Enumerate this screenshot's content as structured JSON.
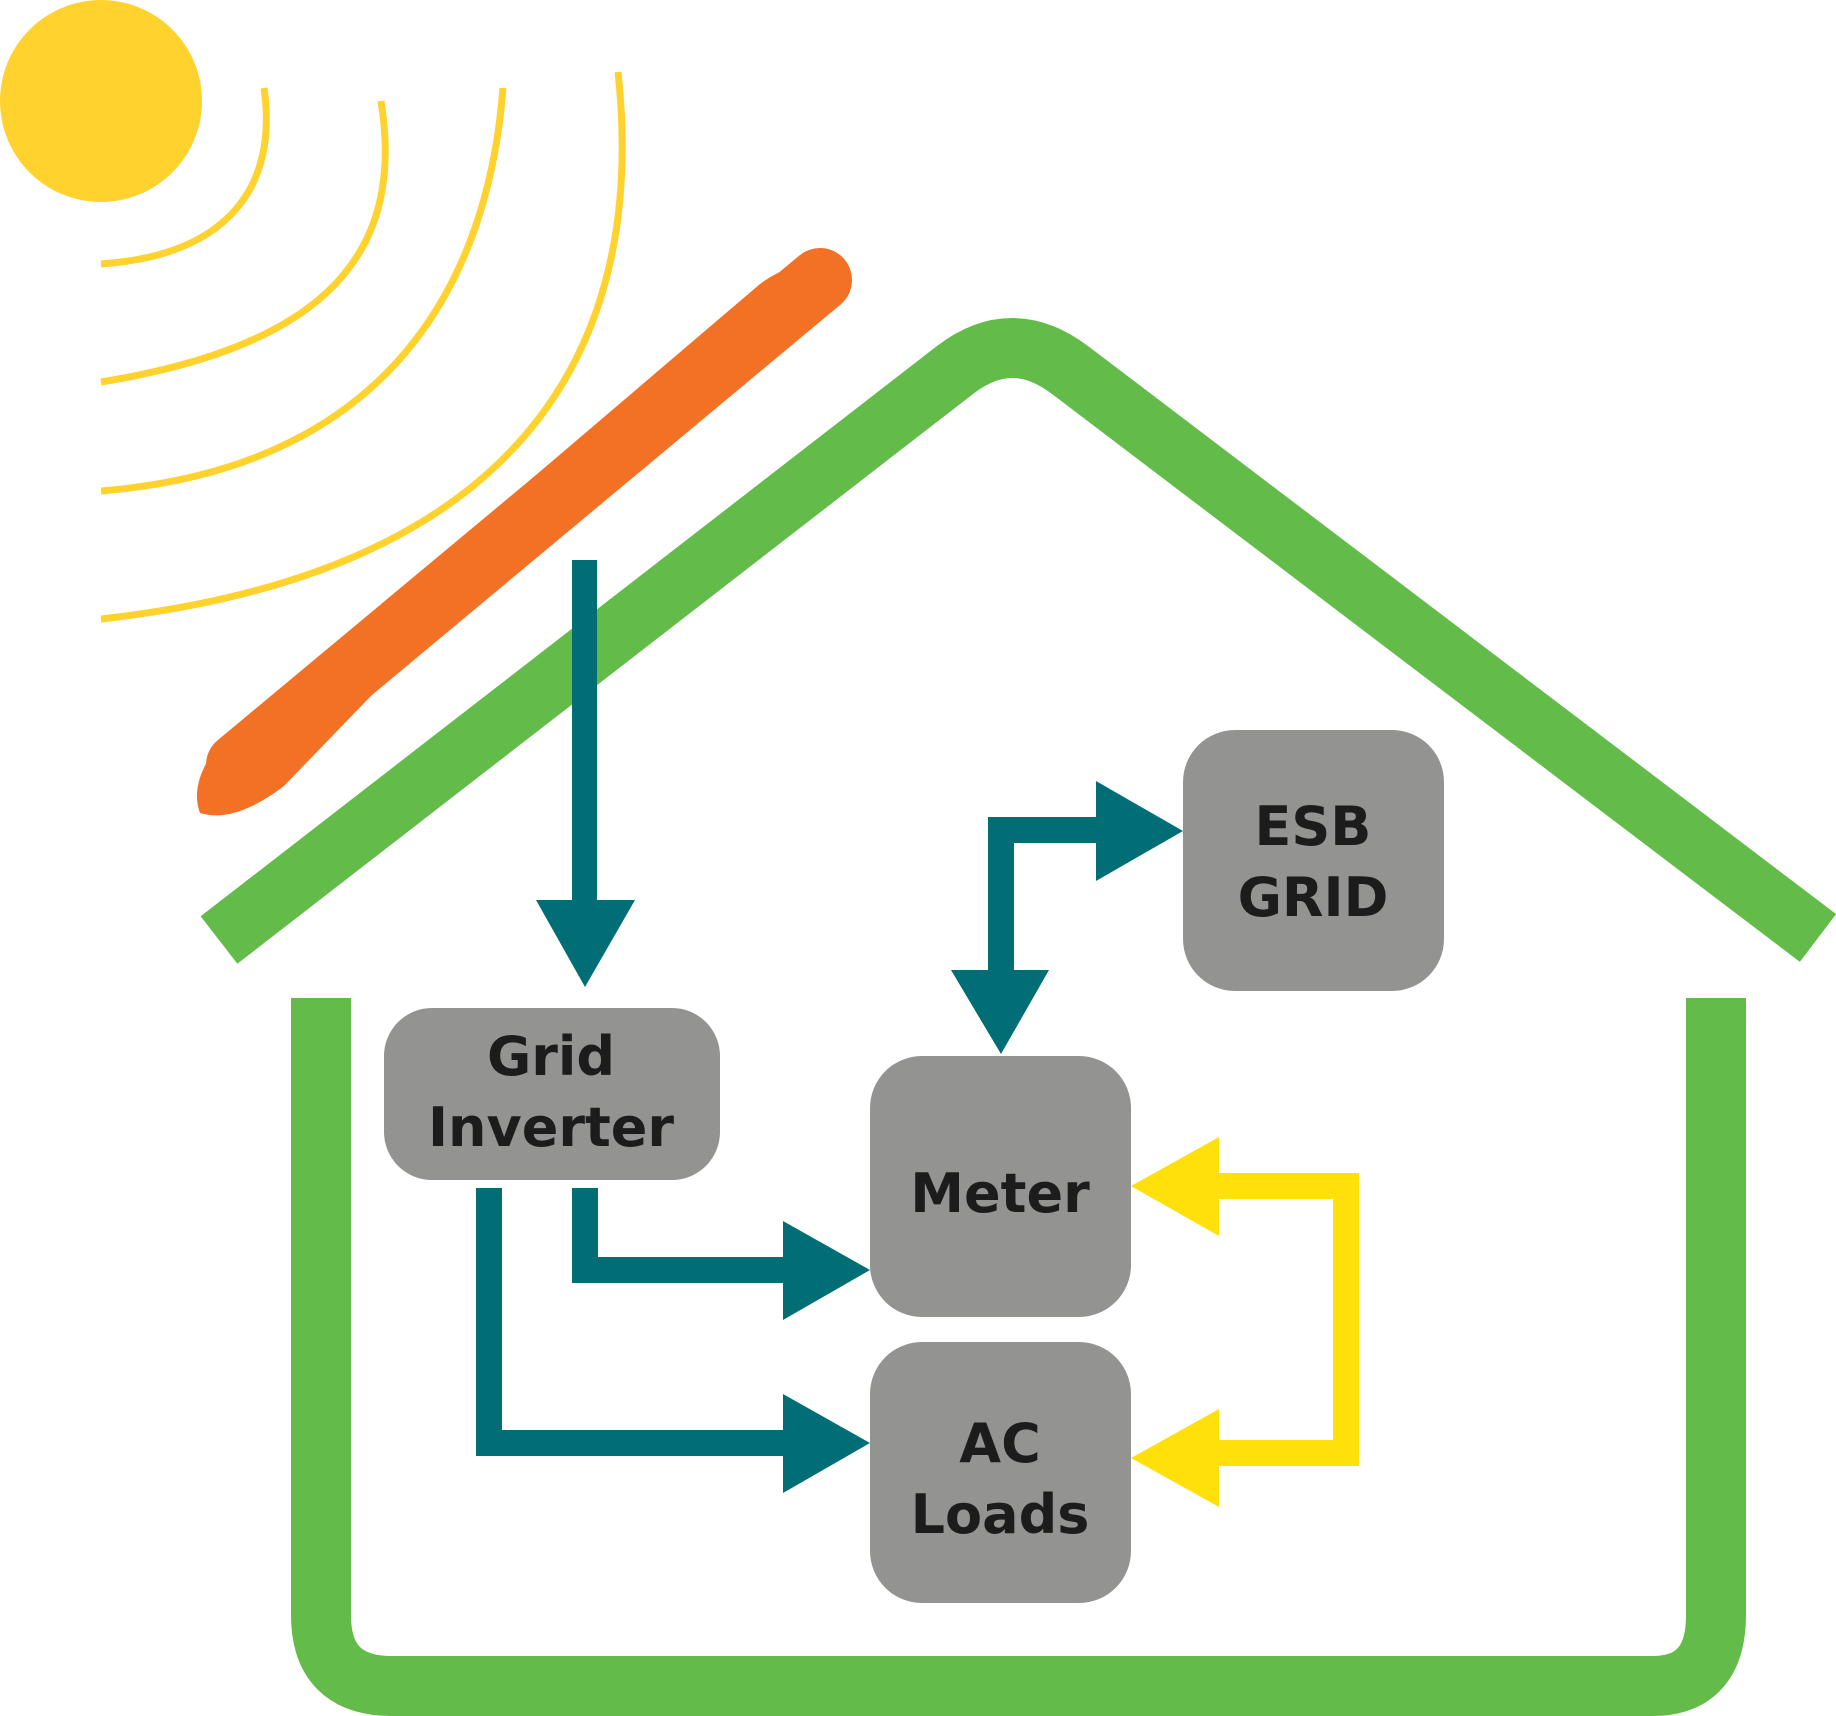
{
  "colors": {
    "sun": "#FFD22E",
    "rays": "#FFD22E",
    "panel": "#F37124",
    "house": "#63BC4A",
    "box": "#939492",
    "dc_arrow": "#006E74",
    "load_arrow": "#FFE00A"
  },
  "icons": [
    "sun-icon",
    "solar-panel-icon",
    "house-outline"
  ],
  "nodes": {
    "grid_inverter": {
      "line1": "Grid",
      "line2": "Inverter"
    },
    "esb_grid": {
      "line1": "ESB",
      "line2": "GRID"
    },
    "meter": {
      "line1": "Meter"
    },
    "ac_loads": {
      "line1": "AC",
      "line2": "Loads"
    }
  },
  "edges": [
    {
      "from": "solar-panel",
      "to": "grid_inverter"
    },
    {
      "from": "grid_inverter",
      "to": "meter"
    },
    {
      "from": "grid_inverter",
      "to": "ac_loads"
    },
    {
      "from": "meter",
      "to": "esb_grid",
      "bidirectional": true
    },
    {
      "from": "meter",
      "to": "ac_loads",
      "bidirectional": true
    }
  ]
}
